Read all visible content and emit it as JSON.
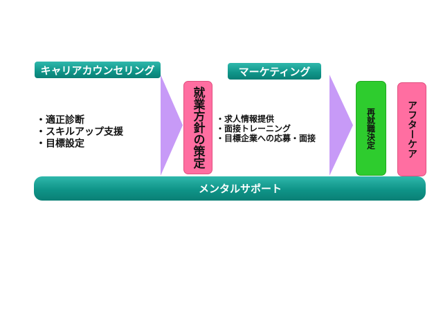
{
  "stage1": {
    "title": "キャリアカウンセリング",
    "items": [
      "・適正診断",
      "・スキルアップ支援",
      "・目標設定"
    ]
  },
  "decision1": "就業方針の策定",
  "stage2": {
    "title": "マーケティング",
    "items": [
      "・求人情報提供",
      "・面接トレーニング",
      "・目標企業への応募・面接"
    ]
  },
  "decision2": "再就職決定",
  "aftercare": "アフターケア",
  "support_bar": "メンタルサポート",
  "colors": {
    "teal": "#0f9488",
    "arrow": "#c79af7",
    "pink": "#ff6ea1",
    "green": "#2ecc2e"
  }
}
